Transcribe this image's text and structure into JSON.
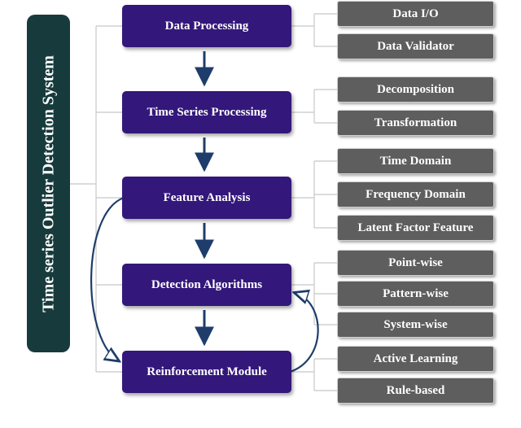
{
  "system": {
    "title": "Time series Outlier Detection System"
  },
  "stages": [
    {
      "label": "Data Processing",
      "subs": [
        "Data I/O",
        "Data Validator"
      ]
    },
    {
      "label": "Time Series Processing",
      "subs": [
        "Decomposition",
        "Transformation"
      ]
    },
    {
      "label": "Feature Analysis",
      "subs": [
        "Time Domain",
        "Frequency Domain",
        "Latent Factor Feature"
      ]
    },
    {
      "label": "Detection Algorithms",
      "subs": [
        "Point-wise",
        "Pattern-wise",
        "System-wise"
      ]
    },
    {
      "label": "Reinforcement Module",
      "subs": [
        "Active Learning",
        "Rule-based"
      ]
    }
  ],
  "colors": {
    "system_box": "#173b3c",
    "stage_box": "#33177a",
    "sub_box": "#5e5e5e",
    "arrow": "#1e3d6b",
    "connector": "#c8c8c8"
  }
}
